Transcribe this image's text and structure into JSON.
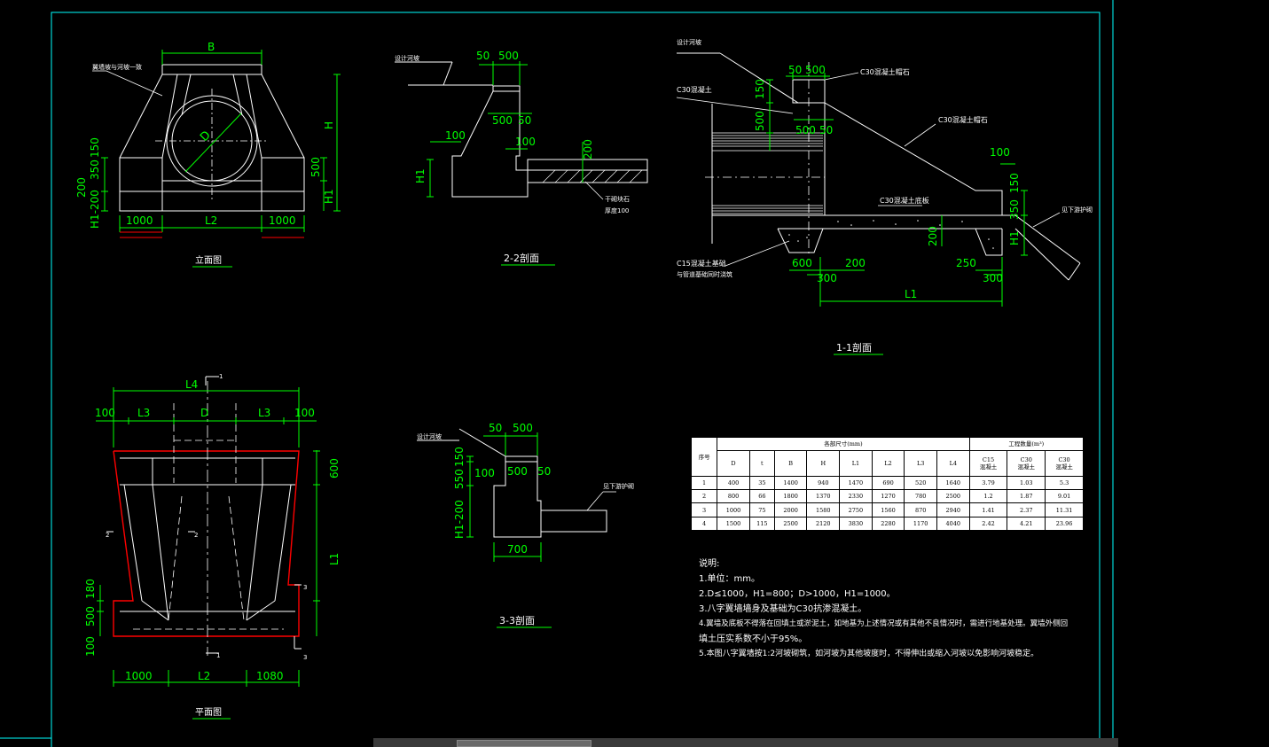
{
  "views": {
    "elevation_title": "立面图",
    "section22_title": "2-2剖面",
    "section11_title": "1-1剖面",
    "plan_title": "平面图",
    "section33_title": "3-3剖面"
  },
  "labels": {
    "B": "B",
    "H": "H",
    "H1": "H1",
    "D": "D",
    "L1": "L1",
    "L2": "L2",
    "L3": "L3",
    "L4": "L4",
    "H1_200": "H1-200",
    "d200": "200",
    "d350": "350",
    "d150": "150",
    "d500": "500",
    "d50": "50",
    "d100": "100",
    "d1000": "1000",
    "d1080": "1080",
    "d600": "600",
    "d250": "250",
    "d300": "300",
    "d700": "700",
    "d180": "180",
    "d550": "550",
    "wing_note": "翼墙坡与河坡一致",
    "design_bank": "设计河坡",
    "c30_concrete": "C30混凝土",
    "c30_cap": "C30混凝土帽石",
    "c30_cap2": "C30混凝土帽石",
    "c30_base": "C30混凝土底板",
    "c15_fill": "C15混凝土基础",
    "c15_fill2": "与管道基础同时浇筑",
    "see_protect": "见下游护砌",
    "rubble": "干砌块石",
    "rubble_thick": "厚度100",
    "one": "1",
    "two": "2",
    "three": "3"
  },
  "table": {
    "head_no": "序号",
    "head_dims": "各部尺寸(mm)",
    "head_qty": "工程数量(m³)",
    "cols": [
      "D",
      "t",
      "B",
      "H",
      "L1",
      "L2",
      "L3",
      "L4",
      "C15\n混凝土",
      "C30\n混凝土",
      "C30\n混凝土"
    ],
    "rows": [
      [
        "1",
        "400",
        "35",
        "1400",
        "940",
        "1470",
        "690",
        "520",
        "1640",
        "3.79",
        "1.03",
        "5.3"
      ],
      [
        "2",
        "800",
        "66",
        "1800",
        "1370",
        "2330",
        "1270",
        "780",
        "2500",
        "1.2",
        "1.87",
        "9.01"
      ],
      [
        "3",
        "1000",
        "75",
        "2000",
        "1580",
        "2750",
        "1560",
        "870",
        "2940",
        "1.41",
        "2.37",
        "11.31"
      ],
      [
        "4",
        "1500",
        "115",
        "2500",
        "2120",
        "3830",
        "2280",
        "1170",
        "4040",
        "2.42",
        "4.21",
        "23.96"
      ]
    ]
  },
  "notes": {
    "title": "说明:",
    "n1": "1.单位：mm。",
    "n2": "2.D≤1000，H1=800；D>1000，H1=1000。",
    "n3": "3.八字翼墙墙身及基础为C30抗渗混凝土。",
    "n4a": "4.翼墙及底板不得落在回填土或淤泥土，如地基为上述情况或有其他不良情况时，需进行地基处理。翼墙外侧回",
    "n4b": "   填土压实系数不小于95%。",
    "n5": "5.本图八字翼墙按1:2河坡砌筑，如河坡为其他坡度时，不得伸出或缩入河坡以免影响河坡稳定。"
  },
  "colors": {
    "background": "#000000",
    "lines": "#ffffff",
    "dimensions": "#00ff00",
    "frame": "#00ffff",
    "highlight": "#ff0000"
  }
}
